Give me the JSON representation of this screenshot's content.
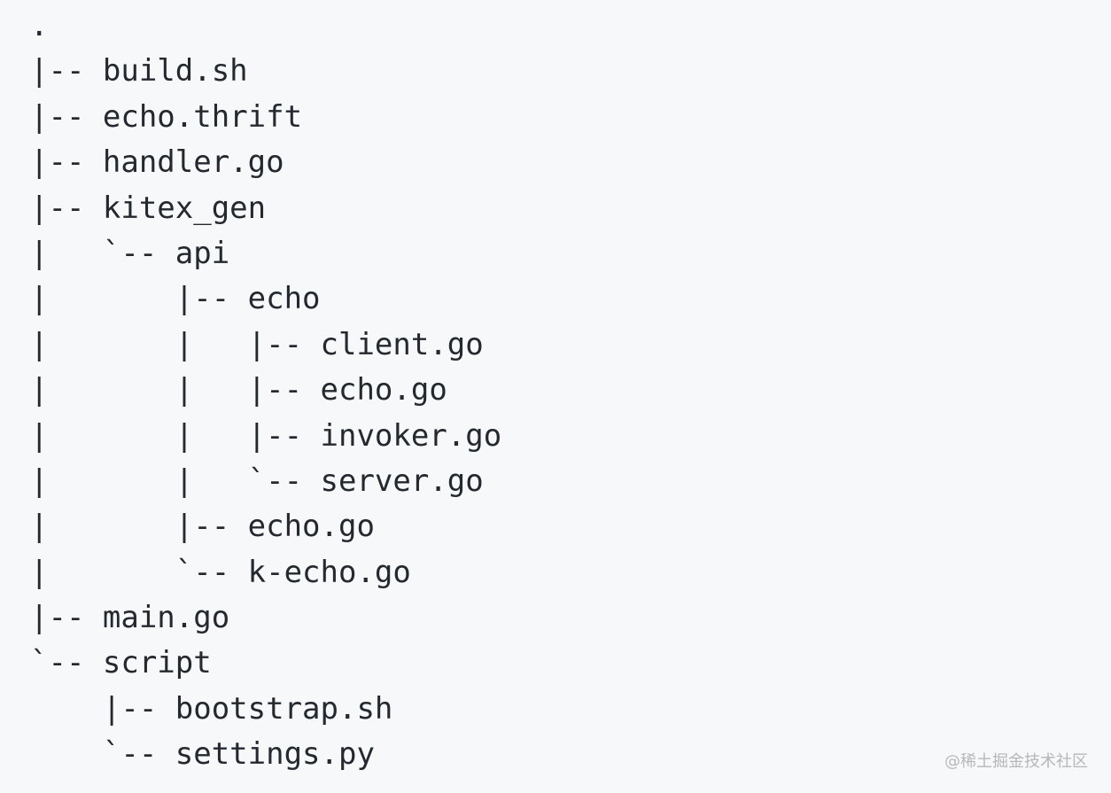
{
  "tree": {
    "lines": [
      ".",
      "|-- build.sh",
      "|-- echo.thrift",
      "|-- handler.go",
      "|-- kitex_gen",
      "|   `-- api",
      "|       |-- echo",
      "|       |   |-- client.go",
      "|       |   |-- echo.go",
      "|       |   |-- invoker.go",
      "|       |   `-- server.go",
      "|       |-- echo.go",
      "|       `-- k-echo.go",
      "|-- main.go",
      "`-- script",
      "    |-- bootstrap.sh",
      "    `-- settings.py"
    ]
  },
  "watermark": "@稀土掘金技术社区"
}
